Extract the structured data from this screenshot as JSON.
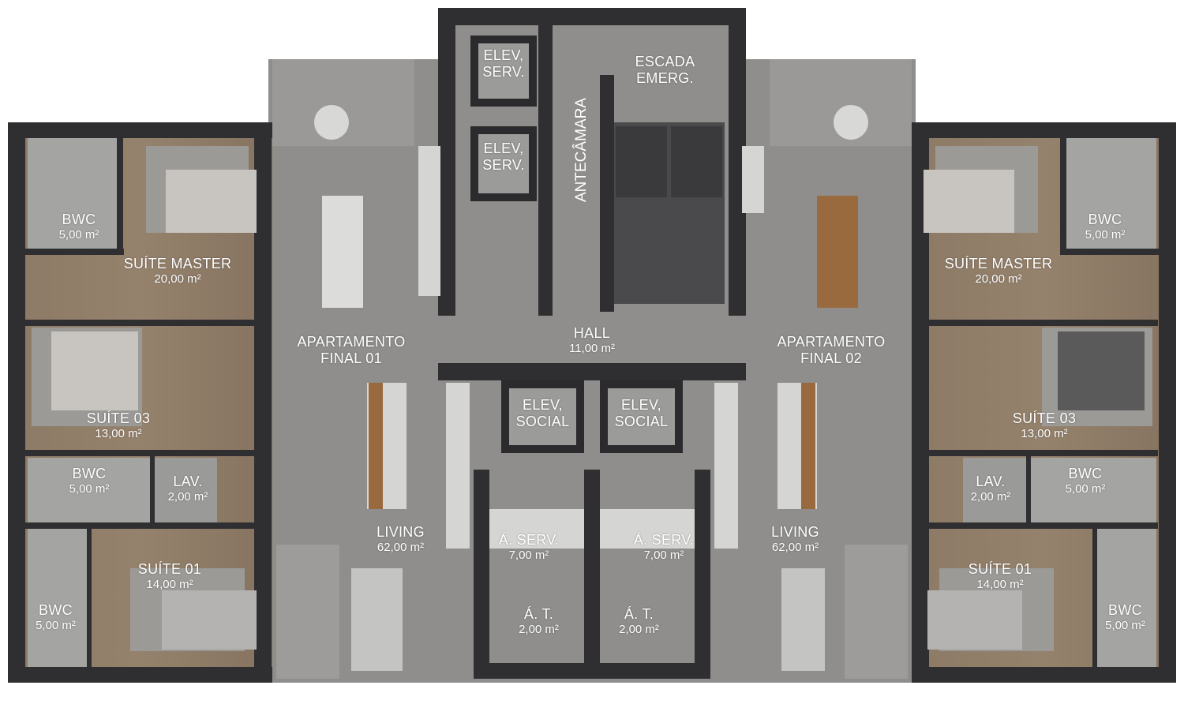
{
  "plan": {
    "apartments": [
      {
        "name_line1": "APARTAMENTO",
        "name_line2": "FINAL 01"
      },
      {
        "name_line1": "APARTAMENTO",
        "name_line2": "FINAL 02"
      }
    ],
    "core": {
      "elev_serv_1": {
        "line1": "ELEV,",
        "line2": "SERV."
      },
      "elev_serv_2": {
        "line1": "ELEV,",
        "line2": "SERV."
      },
      "elev_social_1": {
        "line1": "ELEV,",
        "line2": "SOCIAL"
      },
      "elev_social_2": {
        "line1": "ELEV,",
        "line2": "SOCIAL"
      },
      "antecamara": "ANTECÂMARA",
      "escada": {
        "line1": "ESCADA",
        "line2": "EMERG."
      },
      "hall": {
        "name": "HALL",
        "area": "11,00 m²"
      }
    },
    "rooms_left": {
      "bwc_master": {
        "name": "BWC",
        "area": "5,00 m²"
      },
      "suite_master": {
        "name": "SUÍTE MASTER",
        "area": "20,00 m²"
      },
      "suite_03": {
        "name": "SUÍTE 03",
        "area": "13,00 m²"
      },
      "bwc_03": {
        "name": "BWC",
        "area": "5,00 m²"
      },
      "lav": {
        "name": "LAV.",
        "area": "2,00 m²"
      },
      "suite_01": {
        "name": "SUÍTE 01",
        "area": "14,00 m²"
      },
      "bwc_01": {
        "name": "BWC",
        "area": "5,00 m²"
      },
      "living": {
        "name": "LIVING",
        "area": "62,00 m²"
      },
      "area_servico": {
        "name": "Á. SERV.",
        "area": "7,00 m²"
      },
      "area_tecnica": {
        "name": "Á. T.",
        "area": "2,00 m²"
      }
    },
    "rooms_right": {
      "bwc_master": {
        "name": "BWC",
        "area": "5,00 m²"
      },
      "suite_master": {
        "name": "SUÍTE MASTER",
        "area": "20,00 m²"
      },
      "suite_03": {
        "name": "SUÍTE 03",
        "area": "13,00 m²"
      },
      "bwc_03": {
        "name": "BWC",
        "area": "5,00 m²"
      },
      "lav": {
        "name": "LAV.",
        "area": "2,00 m²"
      },
      "suite_01": {
        "name": "SUÍTE 01",
        "area": "14,00 m²"
      },
      "bwc_01": {
        "name": "BWC",
        "area": "5,00 m²"
      },
      "living": {
        "name": "LIVING",
        "area": "62,00 m²"
      },
      "area_servico": {
        "name": "Á. SERV.",
        "area": "7,00 m²"
      },
      "area_tecnica": {
        "name": "Á. T.",
        "area": "2,00 m²"
      }
    },
    "colors": {
      "wall": "#2f2f31",
      "floor_common": "#8e8d8b",
      "floor_wood": "#8a7966",
      "floor_tile": "#a3a3a1",
      "counter": "#d9d9d7",
      "wood": "#9a6a3f"
    }
  }
}
